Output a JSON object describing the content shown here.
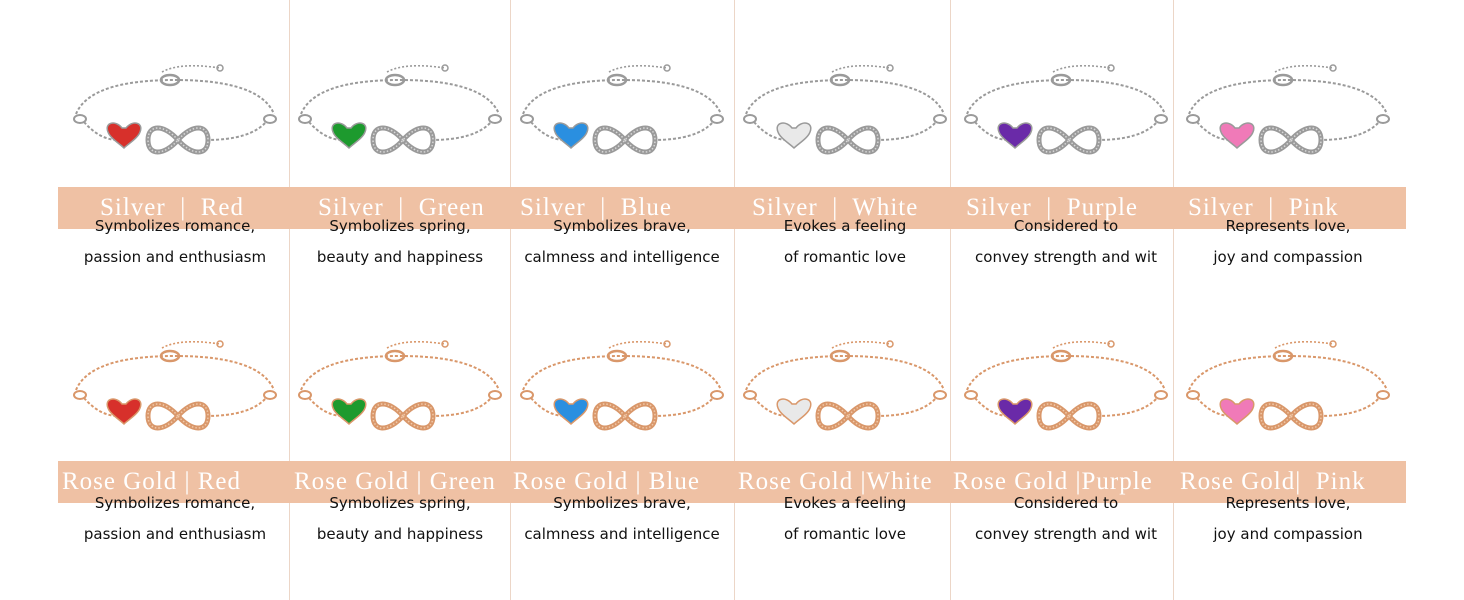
{
  "rows": [
    {
      "metal": "silver",
      "items": [
        {
          "label": "Silver  |  Red",
          "line1": "Symbolizes romance,",
          "line2": "passion and enthusiasm",
          "color_name": "red"
        },
        {
          "label": "Silver  |  Green",
          "line1": "Symbolizes spring,",
          "line2": "beauty and happiness",
          "color_name": "green"
        },
        {
          "label": "Silver  |  Blue",
          "line1": "Symbolizes brave,",
          "line2": "calmness and intelligence",
          "color_name": "blue"
        },
        {
          "label": "Silver  |  White",
          "line1": "Evokes a feeling",
          "line2": "of romantic love",
          "color_name": "white"
        },
        {
          "label": "Silver  |  Purple",
          "line1": "Considered to",
          "line2": "convey strength and wit",
          "color_name": "purple"
        },
        {
          "label": "Silver  |  Pink",
          "line1": "Represents love,",
          "line2": "joy and compassion",
          "color_name": "pink"
        }
      ]
    },
    {
      "metal": "rose-gold",
      "items": [
        {
          "label": "Rose Gold | Red",
          "line1": "Symbolizes romance,",
          "line2": "passion and enthusiasm",
          "color_name": "red"
        },
        {
          "label": "Rose Gold | Green",
          "line1": "Symbolizes spring,",
          "line2": "beauty and happiness",
          "color_name": "green"
        },
        {
          "label": "Rose Gold | Blue",
          "line1": "Symbolizes brave,",
          "line2": "calmness and intelligence",
          "color_name": "blue"
        },
        {
          "label": "Rose Gold |White",
          "line1": "Evokes a feeling",
          "line2": "of romantic love",
          "color_name": "white"
        },
        {
          "label": "Rose Gold |Purple",
          "line1": "Considered to",
          "line2": "convey strength and wit",
          "color_name": "purple"
        },
        {
          "label": "Rose Gold|  Pink",
          "line1": "Represents love,",
          "line2": "joy and compassion",
          "color_name": "pink"
        }
      ]
    }
  ],
  "colors": {
    "band": "#efc1a4",
    "label_text": "#ffffff",
    "divider": "#ecd6c7",
    "silver_metal": "#9a9a9a",
    "silver_light": "#d8d8d8",
    "rose_metal": "#d9976a",
    "rose_light": "#f1c9a9",
    "gems": {
      "red": "#d7302b",
      "green": "#1d9a2e",
      "blue": "#2a8fe0",
      "white": "#e9e9e9",
      "purple": "#6a2aa8",
      "pink": "#f07ab8"
    }
  }
}
